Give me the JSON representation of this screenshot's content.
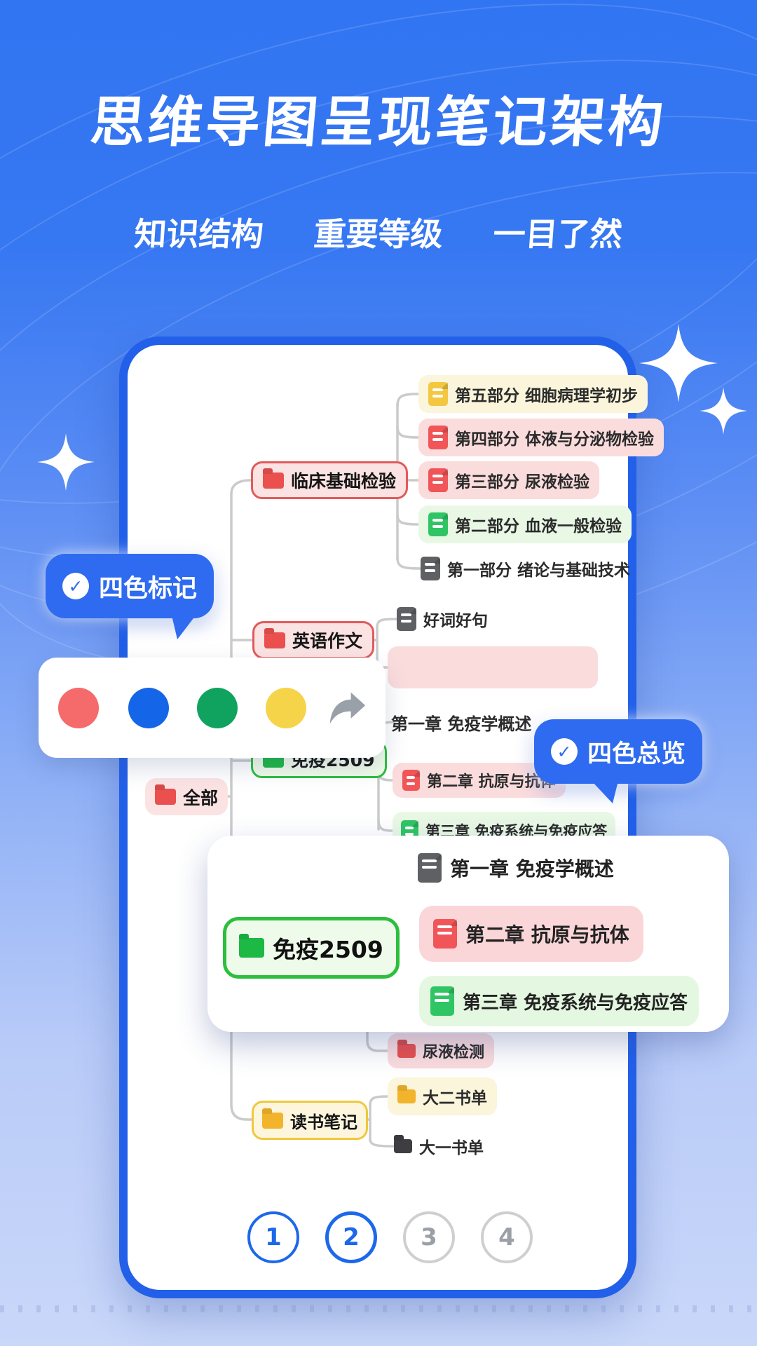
{
  "page": {
    "title": "思维导图呈现笔记架构",
    "subtitle": [
      "知识结构",
      "重要等级",
      "一目了然"
    ]
  },
  "callouts": {
    "four_color_mark": "四色标记",
    "four_color_overview": "四色总览",
    "check_glyph": "✓"
  },
  "color_toolbar": {
    "swatches": [
      {
        "name": "red",
        "hex": "#F56A6A"
      },
      {
        "name": "blue",
        "hex": "#1565E8"
      },
      {
        "name": "green",
        "hex": "#10A35F"
      },
      {
        "name": "yellow",
        "hex": "#F5D44A"
      }
    ],
    "share_icon": "share-arrow"
  },
  "mindmap": {
    "root": {
      "label": "全部",
      "color": "#E9504E"
    },
    "branches": [
      {
        "label": "临床基础检验",
        "color": "#E25A5A",
        "children": [
          {
            "label": "第五部分 细胞病理学初步",
            "color": "#F3C73F"
          },
          {
            "label": "第四部分 体液与分泌物检验",
            "color": "#F15557"
          },
          {
            "label": "第三部分 尿液检验",
            "color": "#F15557"
          },
          {
            "label": "第二部分 血液一般检验",
            "color": "#2FC564"
          },
          {
            "label": "第一部分 绪论与基础技术",
            "color": "#5E6063"
          }
        ]
      },
      {
        "label": "英语作文",
        "color": "#E25A5A",
        "children": [
          {
            "label": "好词好句",
            "color": "#5E6063"
          }
        ]
      },
      {
        "label": "免疫2509",
        "color": "#2DBE3E",
        "children": [
          {
            "label": "第一章 免疫学概述",
            "color": "#5E6063"
          },
          {
            "label": "第二章 抗原与抗体",
            "color": "#F15557"
          },
          {
            "label": "第三章 免疫系统与免疫应答",
            "color": "#2FC564"
          }
        ]
      },
      {
        "label": "尿液检测",
        "color": "#E9504E"
      },
      {
        "label": "读书笔记",
        "color": "#EFC83D",
        "children": [
          {
            "label": "大二书单",
            "color": "#F2B42C"
          },
          {
            "label": "大一书单",
            "color": "#3E3E42"
          }
        ]
      }
    ]
  },
  "zoom_card": {
    "node": "免疫2509",
    "children": [
      "第一章 免疫学概述",
      "第二章 抗原与抗体",
      "第三章 免疫系统与免疫应答"
    ]
  },
  "pagination": [
    {
      "label": "1",
      "state": "active"
    },
    {
      "label": "2",
      "state": "current"
    },
    {
      "label": "3",
      "state": "inactive"
    },
    {
      "label": "4",
      "state": "inactive"
    }
  ]
}
